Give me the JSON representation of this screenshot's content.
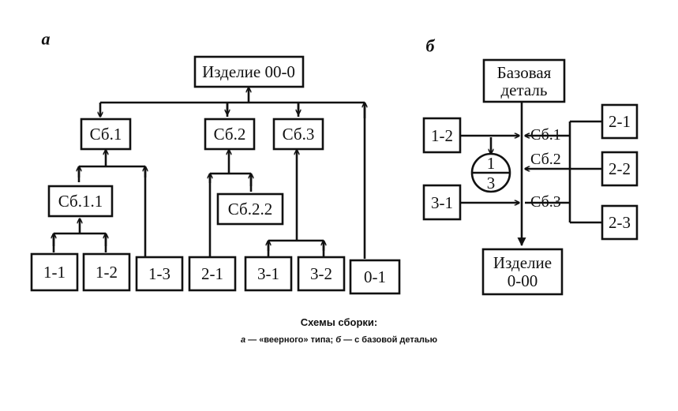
{
  "diagram_a": {
    "label": "а",
    "root": "Изделие 00-0",
    "subassemblies": {
      "sb1": "Сб.1",
      "sb2": "Сб.2",
      "sb3": "Сб.3",
      "sb11": "Сб.1.1",
      "sb22": "Сб.2.2"
    },
    "parts": {
      "p11": "1-1",
      "p12": "1-2",
      "p13": "1-3",
      "p21": "2-1",
      "p31": "3-1",
      "p32": "3-2",
      "p01": "0-1"
    }
  },
  "diagram_b": {
    "label": "б",
    "base_part": [
      "Базовая",
      "деталь"
    ],
    "product": [
      "Изделие",
      "0-00"
    ],
    "left_parts": {
      "p12": "1-2",
      "p31": "3-1"
    },
    "right_parts": {
      "p21": "2-1",
      "p22": "2-2",
      "p23": "2-3"
    },
    "stage_labels": {
      "s1": "Сб.1",
      "s2": "Сб.2",
      "s3": "Сб.3"
    },
    "circle": {
      "top": "1",
      "bottom": "3"
    }
  },
  "caption": {
    "title": "Схемы сборки:",
    "sub_a": "а",
    "sub_a_text": " — «веерного» типа; ",
    "sub_b": "б",
    "sub_b_text": " — с базовой деталью"
  }
}
